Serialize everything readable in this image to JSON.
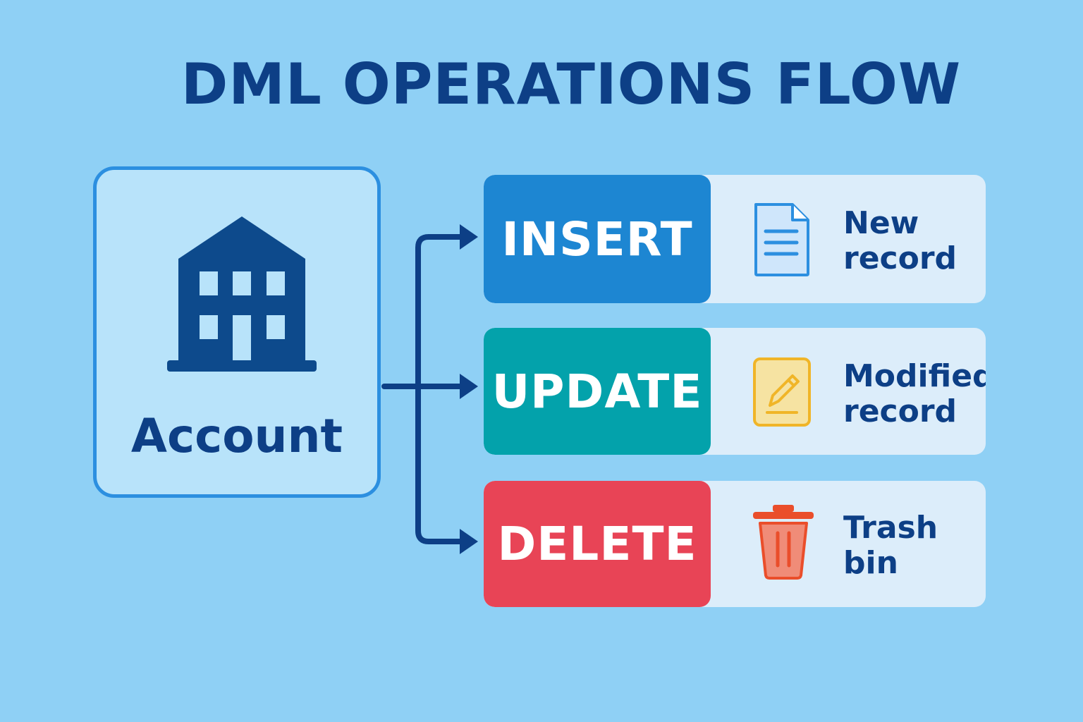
{
  "title": "DML OPERATIONS FLOW",
  "source": {
    "label": "Account",
    "icon": "building-icon"
  },
  "operations": [
    {
      "label": "INSERT",
      "color": "#1d86d2",
      "icon": "document-icon",
      "description_lines": [
        "New",
        "record"
      ]
    },
    {
      "label": "UPDATE",
      "color": "#03a2ab",
      "icon": "edit-document-icon",
      "description_lines": [
        "Modified",
        "record"
      ]
    },
    {
      "label": "DELETE",
      "color": "#e84456",
      "icon": "trash-bin-icon",
      "description_lines": [
        "Trash",
        "bin"
      ]
    }
  ],
  "colors": {
    "background": "#8fd0f5",
    "text": "#0d3f86",
    "connector": "#0d3f86"
  }
}
